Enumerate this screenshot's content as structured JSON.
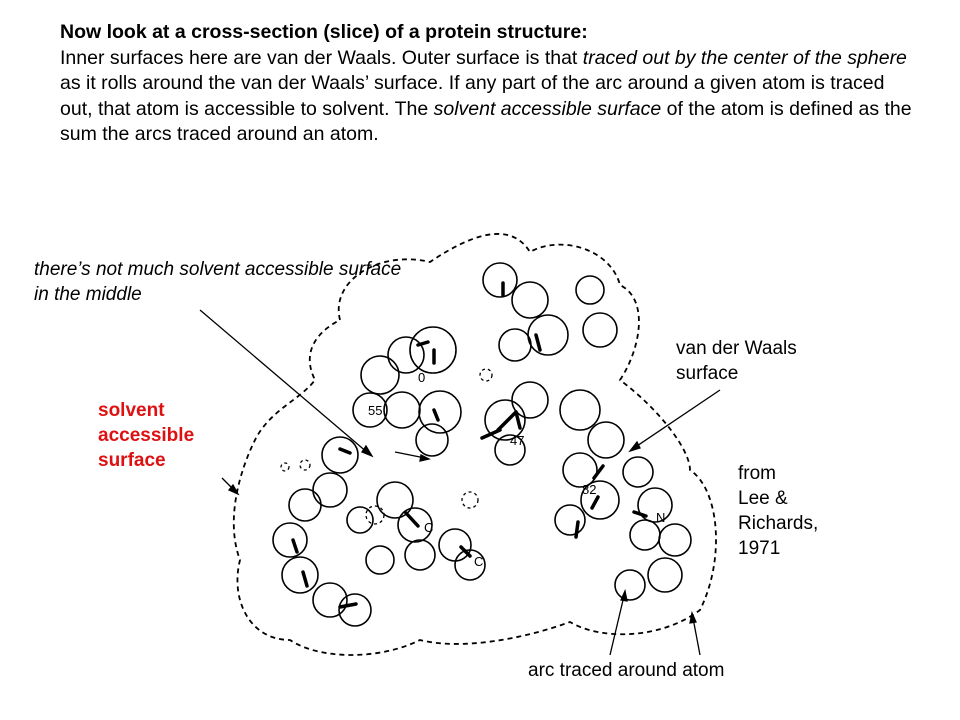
{
  "intro": {
    "title": "Now look at a cross-section (slice) of a protein structure:",
    "p1": "Inner surfaces here are van der Waals.  Outer surface is that ",
    "p1_em": "traced out by the center of the sphere",
    "p2": " as it rolls around the van der Waals’ surface.  If any part of the arc around a given atom is traced out, that atom is accessible to solvent.  The ",
    "p2_em": "solvent accessible surface",
    "p3": " of the atom is defined as the sum the arcs traced around an atom."
  },
  "labels": {
    "middle_line1": "there’s not much solvent accessible surface",
    "middle_line2": "in the middle",
    "sas_line1": "solvent",
    "sas_line2": "accessible",
    "sas_line3": "surface",
    "vdw_line1": "van der Waals",
    "vdw_line2": "surface",
    "from_line1": "from",
    "from_line2": "Lee &",
    "from_line3": "Richards,",
    "from_line4": "1971",
    "arc": "arc traced around atom"
  },
  "diagram_marks": {
    "m0": "0",
    "m55": "55",
    "m47": "47",
    "m82": "82",
    "c1": "C",
    "c2": "C",
    "n": "N"
  },
  "colors": {
    "accent_red": "#dd1111",
    "ink": "#000000"
  }
}
